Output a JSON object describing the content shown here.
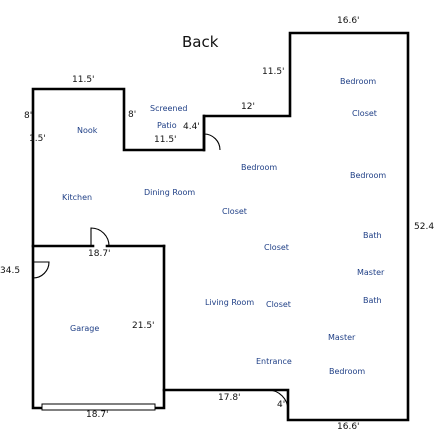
{
  "title": "Back",
  "rooms": {
    "screened": "Screened",
    "patio": "Patio",
    "nook": "Nook",
    "kitchen": "Kitchen",
    "dining_room": "Dining Room",
    "bedroom_center": "Bedroom",
    "closet_center": "Closet",
    "closet_center2": "Closet",
    "living_room": "Living Room",
    "closet_living": "Closet",
    "entrance": "Entrance",
    "garage": "Garage",
    "bedroom_top": "Bedroom",
    "closet_top": "Closet",
    "bedroom_right": "Bedroom",
    "bath_1": "Bath",
    "master_label": "Master",
    "bath_2": "Bath",
    "master_bedroom_1": "Master",
    "master_bedroom_2": "Bedroom"
  },
  "dimensions": {
    "top_right_width": "16.6'",
    "right_upper_offset": "11.5'",
    "nook_width": "11.5'",
    "patio_step": "12'",
    "nook_height": "8'",
    "patio_side": "8'",
    "patio_depth": "4.4'",
    "patio_width": "11.5'",
    "left_step": "1.5'",
    "right_height": "52.4",
    "garage_top": "18.7'",
    "left_height": "34.5",
    "garage_depth": "21.5'",
    "front_width": "17.8'",
    "entrance_step": "4'",
    "garage_width": "18.7'",
    "bottom_width": "16.6'"
  }
}
